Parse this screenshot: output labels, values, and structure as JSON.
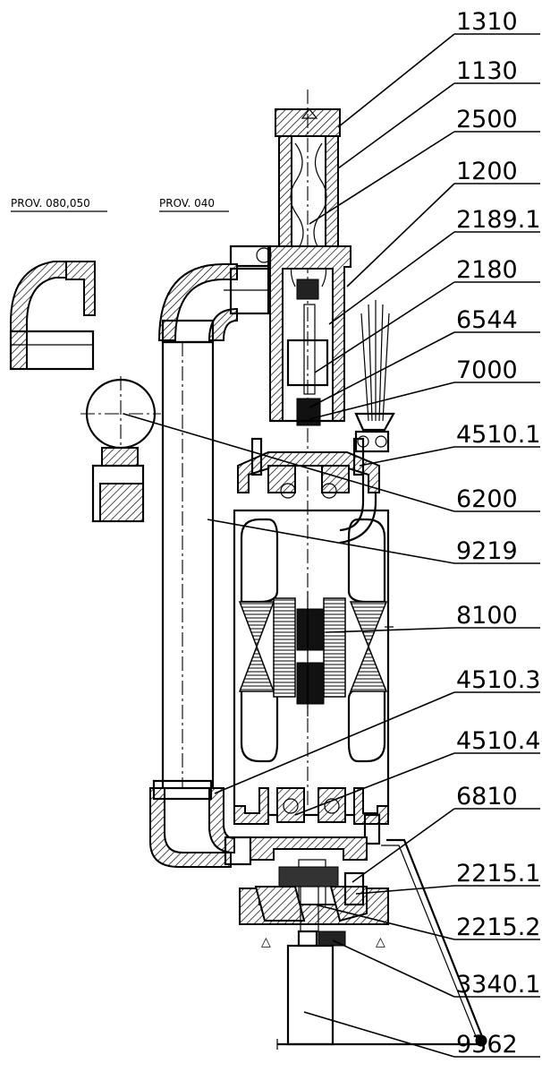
{
  "variants": {
    "left": "PROV. 080,050",
    "right": "PROV. 040"
  },
  "parts": [
    "1310",
    "1130",
    "2500",
    "1200",
    "2189.1",
    "2180",
    "6544",
    "7000",
    "4510.1",
    "6200",
    "9219",
    "8100",
    "4510.3",
    "4510.4",
    "6810",
    "2215.1",
    "2215.2",
    "3340.1",
    "9362"
  ]
}
